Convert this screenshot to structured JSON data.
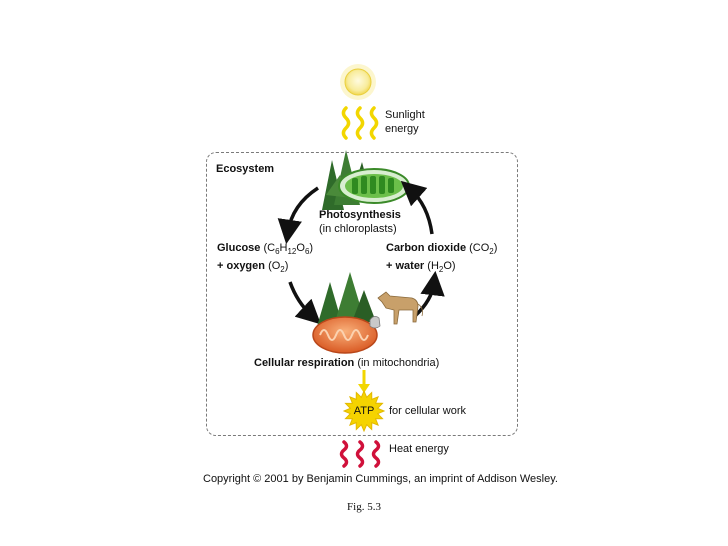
{
  "sunlight": {
    "line1": "Sunlight",
    "line2": "energy"
  },
  "ecosystem": {
    "title": "Ecosystem"
  },
  "photosynthesis": {
    "title": "Photosynthesis",
    "location": "(in chloroplasts)"
  },
  "glucose": {
    "label": "Glucose",
    "formula": {
      "open": "(C",
      "s1": "6",
      "h": "H",
      "s2": "12",
      "o": "O",
      "s3": "6",
      "close": ")"
    },
    "line2_label": "+ oxygen",
    "o2": {
      "open": "(O",
      "sub": "2",
      "close": ")"
    }
  },
  "carbon_dioxide": {
    "label": "Carbon dioxide",
    "formula": {
      "open": "(CO",
      "sub": "2",
      "close": ")"
    },
    "line2_label": "+ water",
    "h2o": {
      "open": "(H",
      "sub": "2",
      "close": "O)"
    }
  },
  "respiration": {
    "title": "Cellular respiration",
    "location": "(in mitochondria)"
  },
  "atp": {
    "label": "ATP",
    "caption": "for cellular work"
  },
  "heat": {
    "label": "Heat energy"
  },
  "copyright": "Copyright © 2001 by Benjamin Cummings, an imprint of Addison Wesley.",
  "figure": "Fig. 5.3",
  "colors": {
    "sun": "#f6e27a",
    "sunlight_wave": "#f2d600",
    "heat_wave": "#d0103a",
    "arrow": "#111111",
    "atp_star": "#f5d300",
    "chloroplast": "#4caf2e",
    "mitochondrion": "#e8743a",
    "forest": "#2f6b2a"
  }
}
